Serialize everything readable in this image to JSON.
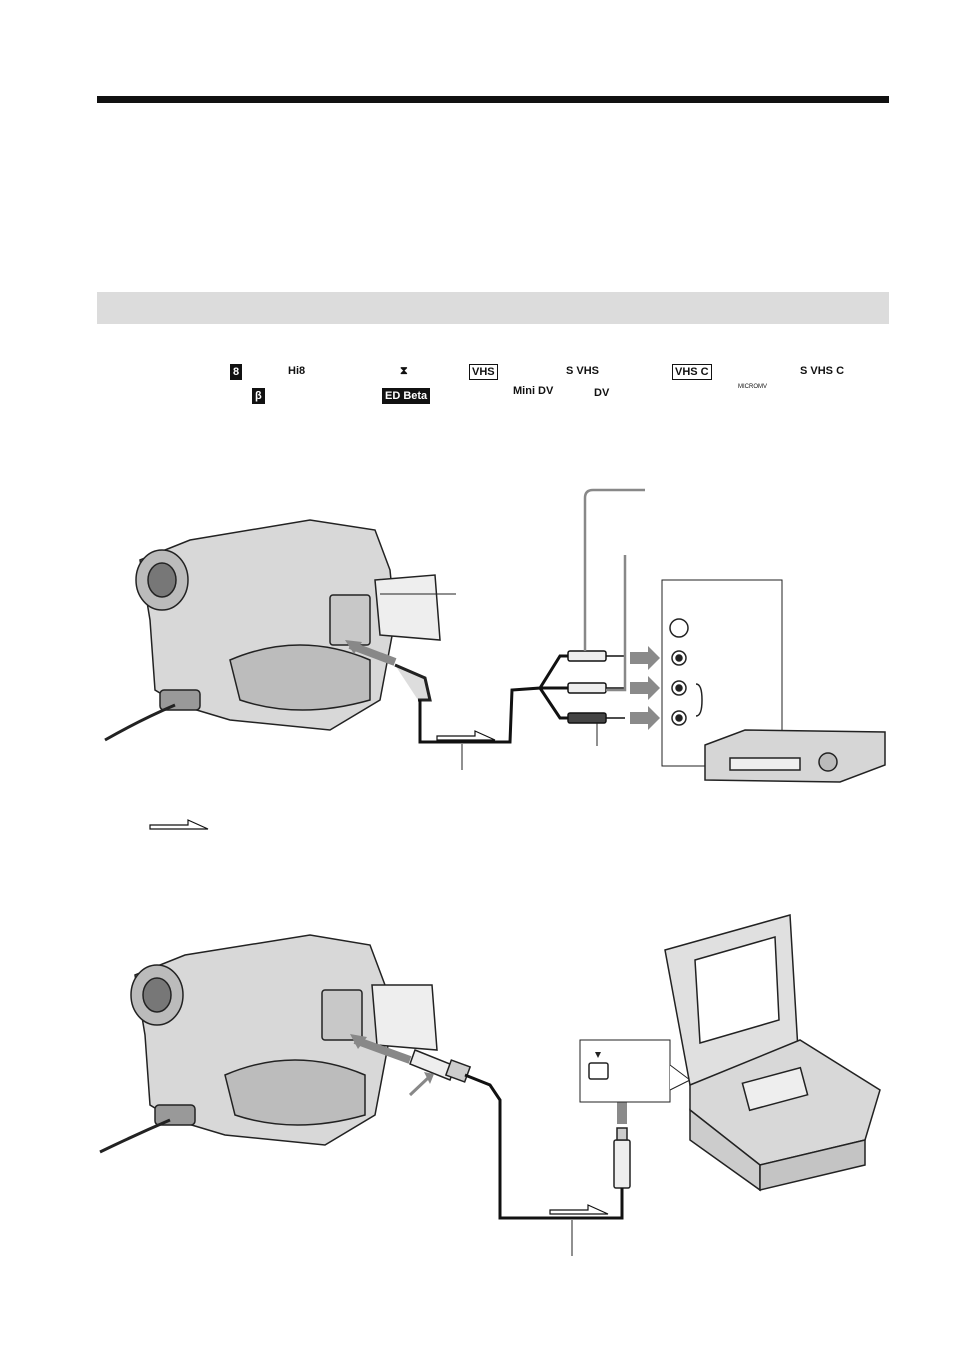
{
  "formats": {
    "row1": [
      "8",
      "Hi8",
      "Digital8",
      "VHS",
      "S VHS",
      "VHS C",
      "S VHS C"
    ],
    "row2": [
      "β",
      "ED Beta",
      "Mini DV",
      "DV",
      "MICROMV"
    ]
  },
  "vcr": {
    "brand_label": ""
  },
  "colors": {
    "ink": "#111111",
    "panel_gray": "#dcdcdc",
    "arrow_gray": "#8a8a8a"
  },
  "icons": [
    "camcorder",
    "vcr",
    "micromv-deck",
    "av-cable",
    "i-link-cable",
    "signal-flow-arrow"
  ]
}
